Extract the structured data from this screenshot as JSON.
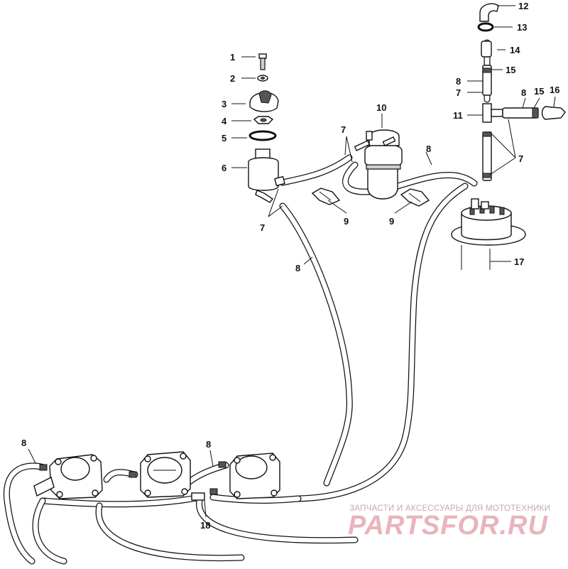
{
  "callouts": {
    "c1": "1",
    "c2": "2",
    "c3": "3",
    "c4": "4",
    "c5": "5",
    "c6": "6",
    "c7a": "7",
    "c7b": "7",
    "c7c": "7",
    "c7d": "7",
    "c8a": "8",
    "c8b": "8",
    "c8c": "8",
    "c8d": "8",
    "c8e": "8",
    "c8f": "8",
    "c9a": "9",
    "c9b": "9",
    "c10": "10",
    "c11": "11",
    "c12": "12",
    "c13": "13",
    "c14": "14",
    "c15a": "15",
    "c15b": "15",
    "c16": "16",
    "c17": "17",
    "c18": "18"
  },
  "watermark": {
    "tagline": "ЗАПЧАСТИ И АКСЕССУАРЫ ДЛЯ МОТОТЕХНИКИ",
    "logo": "PARTSFOR.RU"
  },
  "colors": {
    "line": "#111111",
    "watermark_logo": "#e9b4bb",
    "watermark_text": "#c9a8ad"
  }
}
